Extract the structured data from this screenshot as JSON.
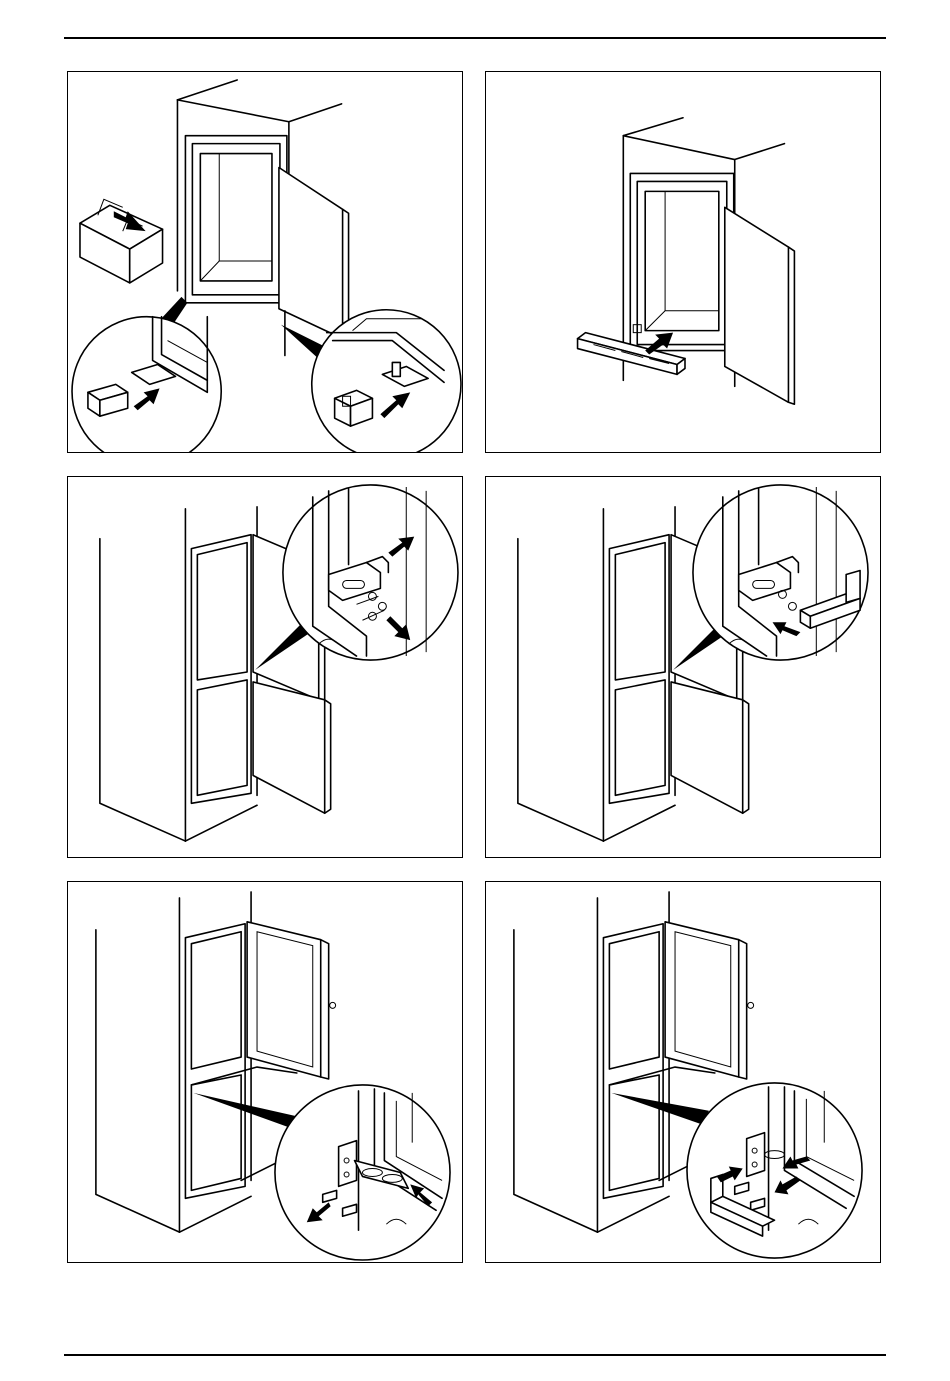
{
  "document": {
    "type": "installation-illustration-sheet",
    "text_content": [],
    "panels": [
      {
        "id": 1,
        "depicts": "door-base-hinge-cover-caps"
      },
      {
        "id": 2,
        "depicts": "door-base-ventilation-strip"
      },
      {
        "id": 3,
        "depicts": "hinge-bracket-unscrew"
      },
      {
        "id": 4,
        "depicts": "hinge-bracket-cover-insert"
      },
      {
        "id": 5,
        "depicts": "door-bracket-unscrew"
      },
      {
        "id": 6,
        "depicts": "door-bracket-cover-insert"
      }
    ]
  },
  "icons": {
    "arrow": "arrow-icon",
    "magnifier": "detail-circle-icon",
    "screw": "screw-icon"
  }
}
